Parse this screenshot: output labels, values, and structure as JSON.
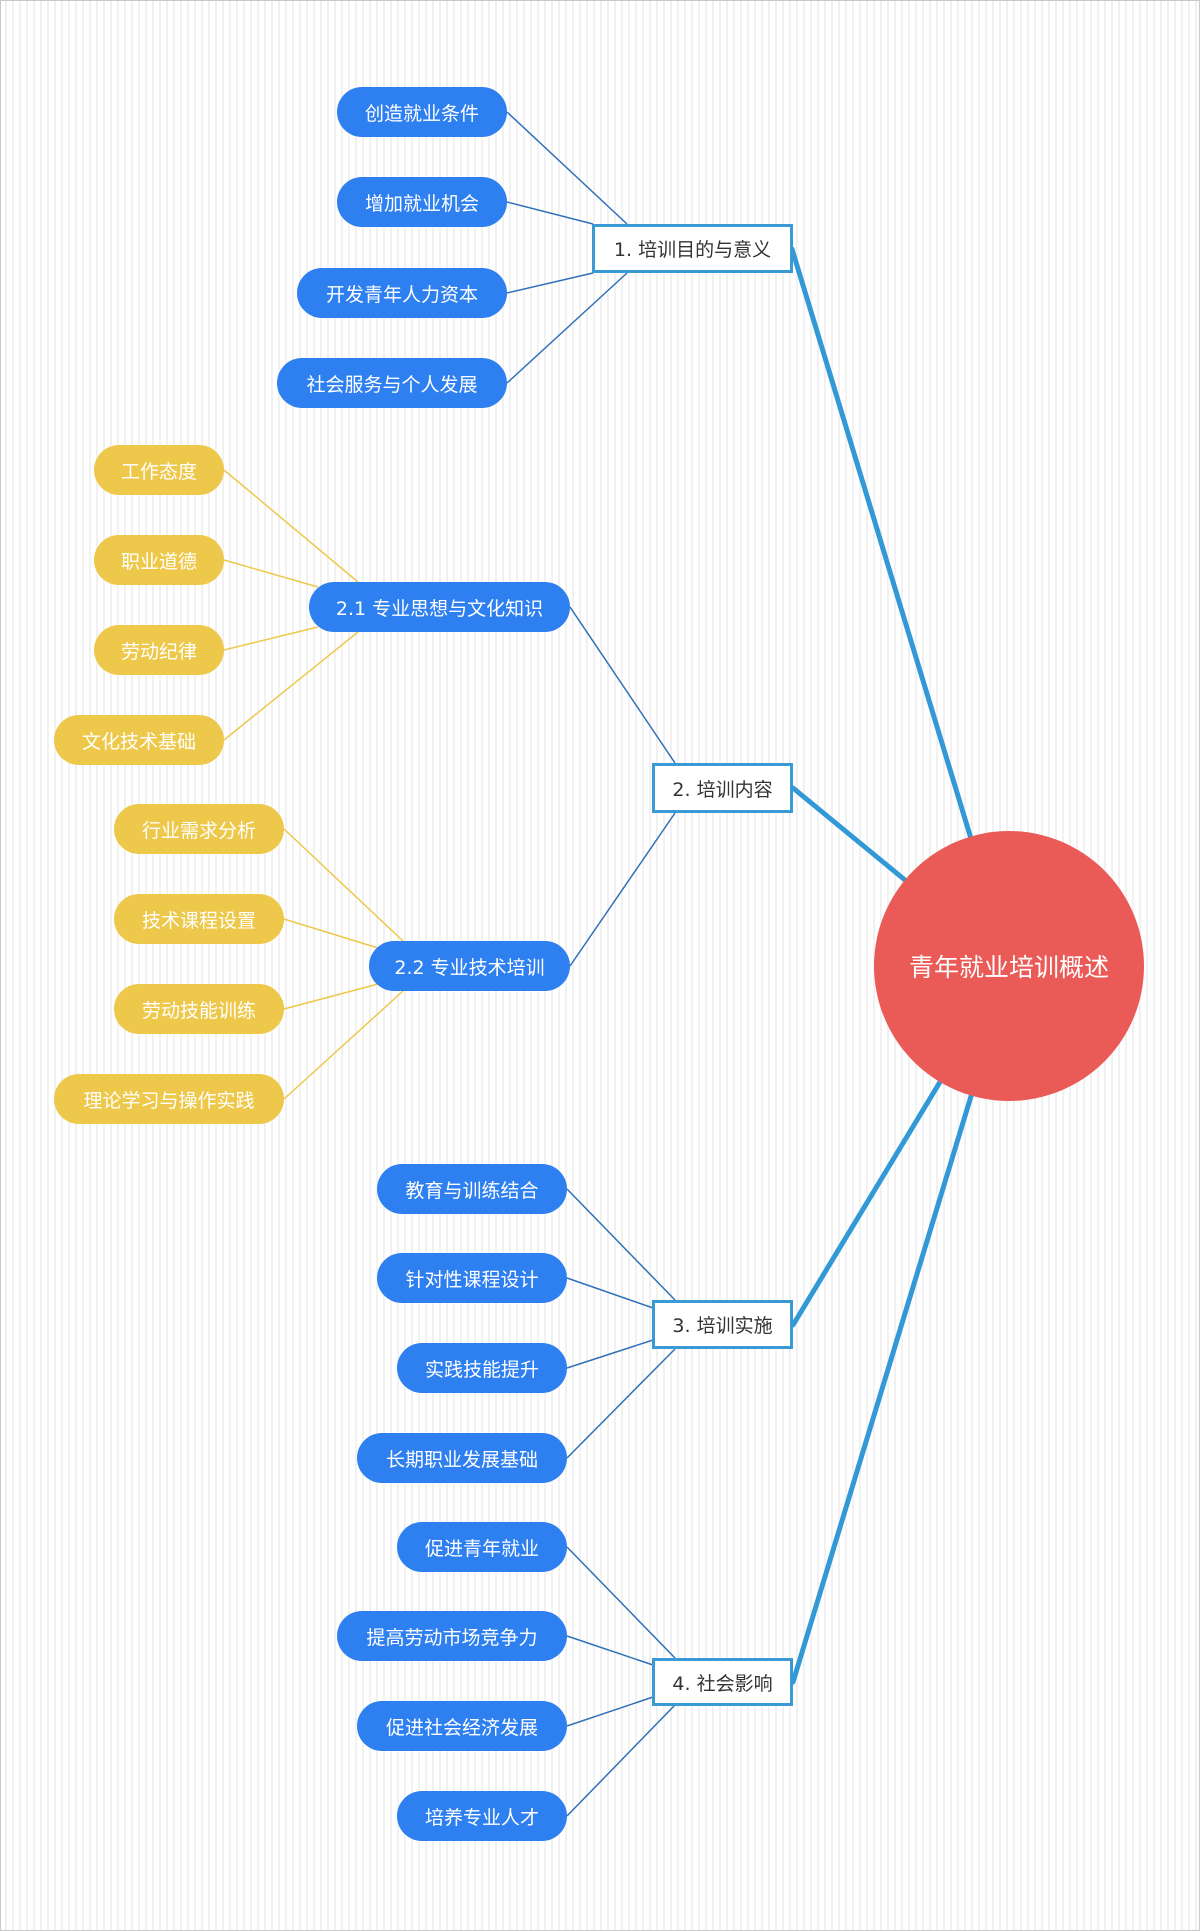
{
  "root": {
    "label": "青年就业培训概述",
    "color": "#ea5a57"
  },
  "colors": {
    "main_line": "#3399d6",
    "blue_line": "#2f70b8",
    "yellow_line": "#eec84a",
    "blue_node": "#2e7ff0",
    "yellow_node": "#eec84a"
  },
  "branches": {
    "b1": {
      "label": "1. 培训目的与意义",
      "children": [
        "创造就业条件",
        "增加就业机会",
        "开发青年人力资本",
        "社会服务与个人发展"
      ]
    },
    "b2": {
      "label": "2. 培训内容",
      "sub1": {
        "label": "2.1 专业思想与文化知识",
        "children": [
          "工作态度",
          "职业道德",
          "劳动纪律",
          "文化技术基础"
        ]
      },
      "sub2": {
        "label": "2.2 专业技术培训",
        "children": [
          "行业需求分析",
          "技术课程设置",
          "劳动技能训练",
          "理论学习与操作实践"
        ]
      }
    },
    "b3": {
      "label": "3. 培训实施",
      "children": [
        "教育与训练结合",
        "针对性课程设计",
        "实践技能提升",
        "长期职业发展基础"
      ]
    },
    "b4": {
      "label": "4. 社会影响",
      "children": [
        "促进青年就业",
        "提高劳动市场竞争力",
        "促进社会经济发展",
        "培养专业人才"
      ]
    }
  }
}
